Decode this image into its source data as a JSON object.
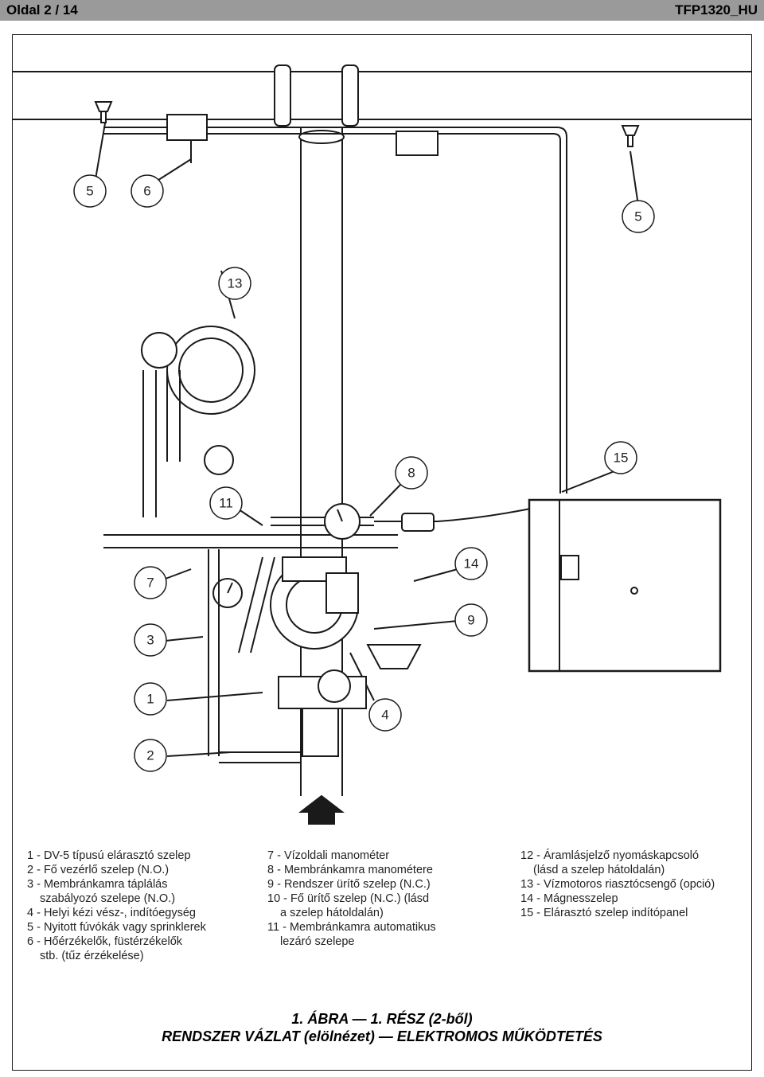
{
  "header": {
    "page": "Oldal 2 / 14",
    "doc_code": "TFP1320_HU"
  },
  "callouts": {
    "c5a": "5",
    "c6": "6",
    "c5b": "5",
    "c13": "13",
    "c8": "8",
    "c15": "15",
    "c11": "11",
    "c7": "7",
    "c14": "14",
    "c3": "3",
    "c9": "9",
    "c1": "1",
    "c4": "4",
    "c2": "2"
  },
  "legend": {
    "col1": [
      "1 - DV-5 típusú elárasztó szelep",
      "2 - Fő vezérlő szelep (N.O.)",
      "3 - Membránkamra táplálás",
      "szabályozó szelepe (N.O.)",
      "4 - Helyi kézi vész-, indítóegység",
      "5 - Nyitott fúvókák vagy sprinklerek",
      "6 - Hőérzékelők, füstérzékelők",
      "stb. (tűz érzékelése)"
    ],
    "col2": [
      "7 - Vízoldali manométer",
      "8 - Membránkamra manométere",
      "9 - Rendszer ürítő szelep (N.C.)",
      "10 - Fő ürítő szelep (N.C.) (lásd",
      "a szelep hátoldalán)",
      "11 - Membránkamra automatikus",
      "lezáró szelepe"
    ],
    "col3": [
      "12 - Áramlásjelző nyomáskapcsoló",
      "(lásd a szelep hátoldalán)",
      "13 - Vízmotoros riasztócsengő (opció)",
      "14 - Mágnesszelep",
      "15 - Elárasztó szelep indítópanel"
    ]
  },
  "caption": {
    "line1": "1. ÁBRA — 1. RÉSZ (2-ből)",
    "line2": "RENDSZER VÁZLAT (elölnézet) — ELEKTROMOS MŰKÖDTETÉS"
  }
}
